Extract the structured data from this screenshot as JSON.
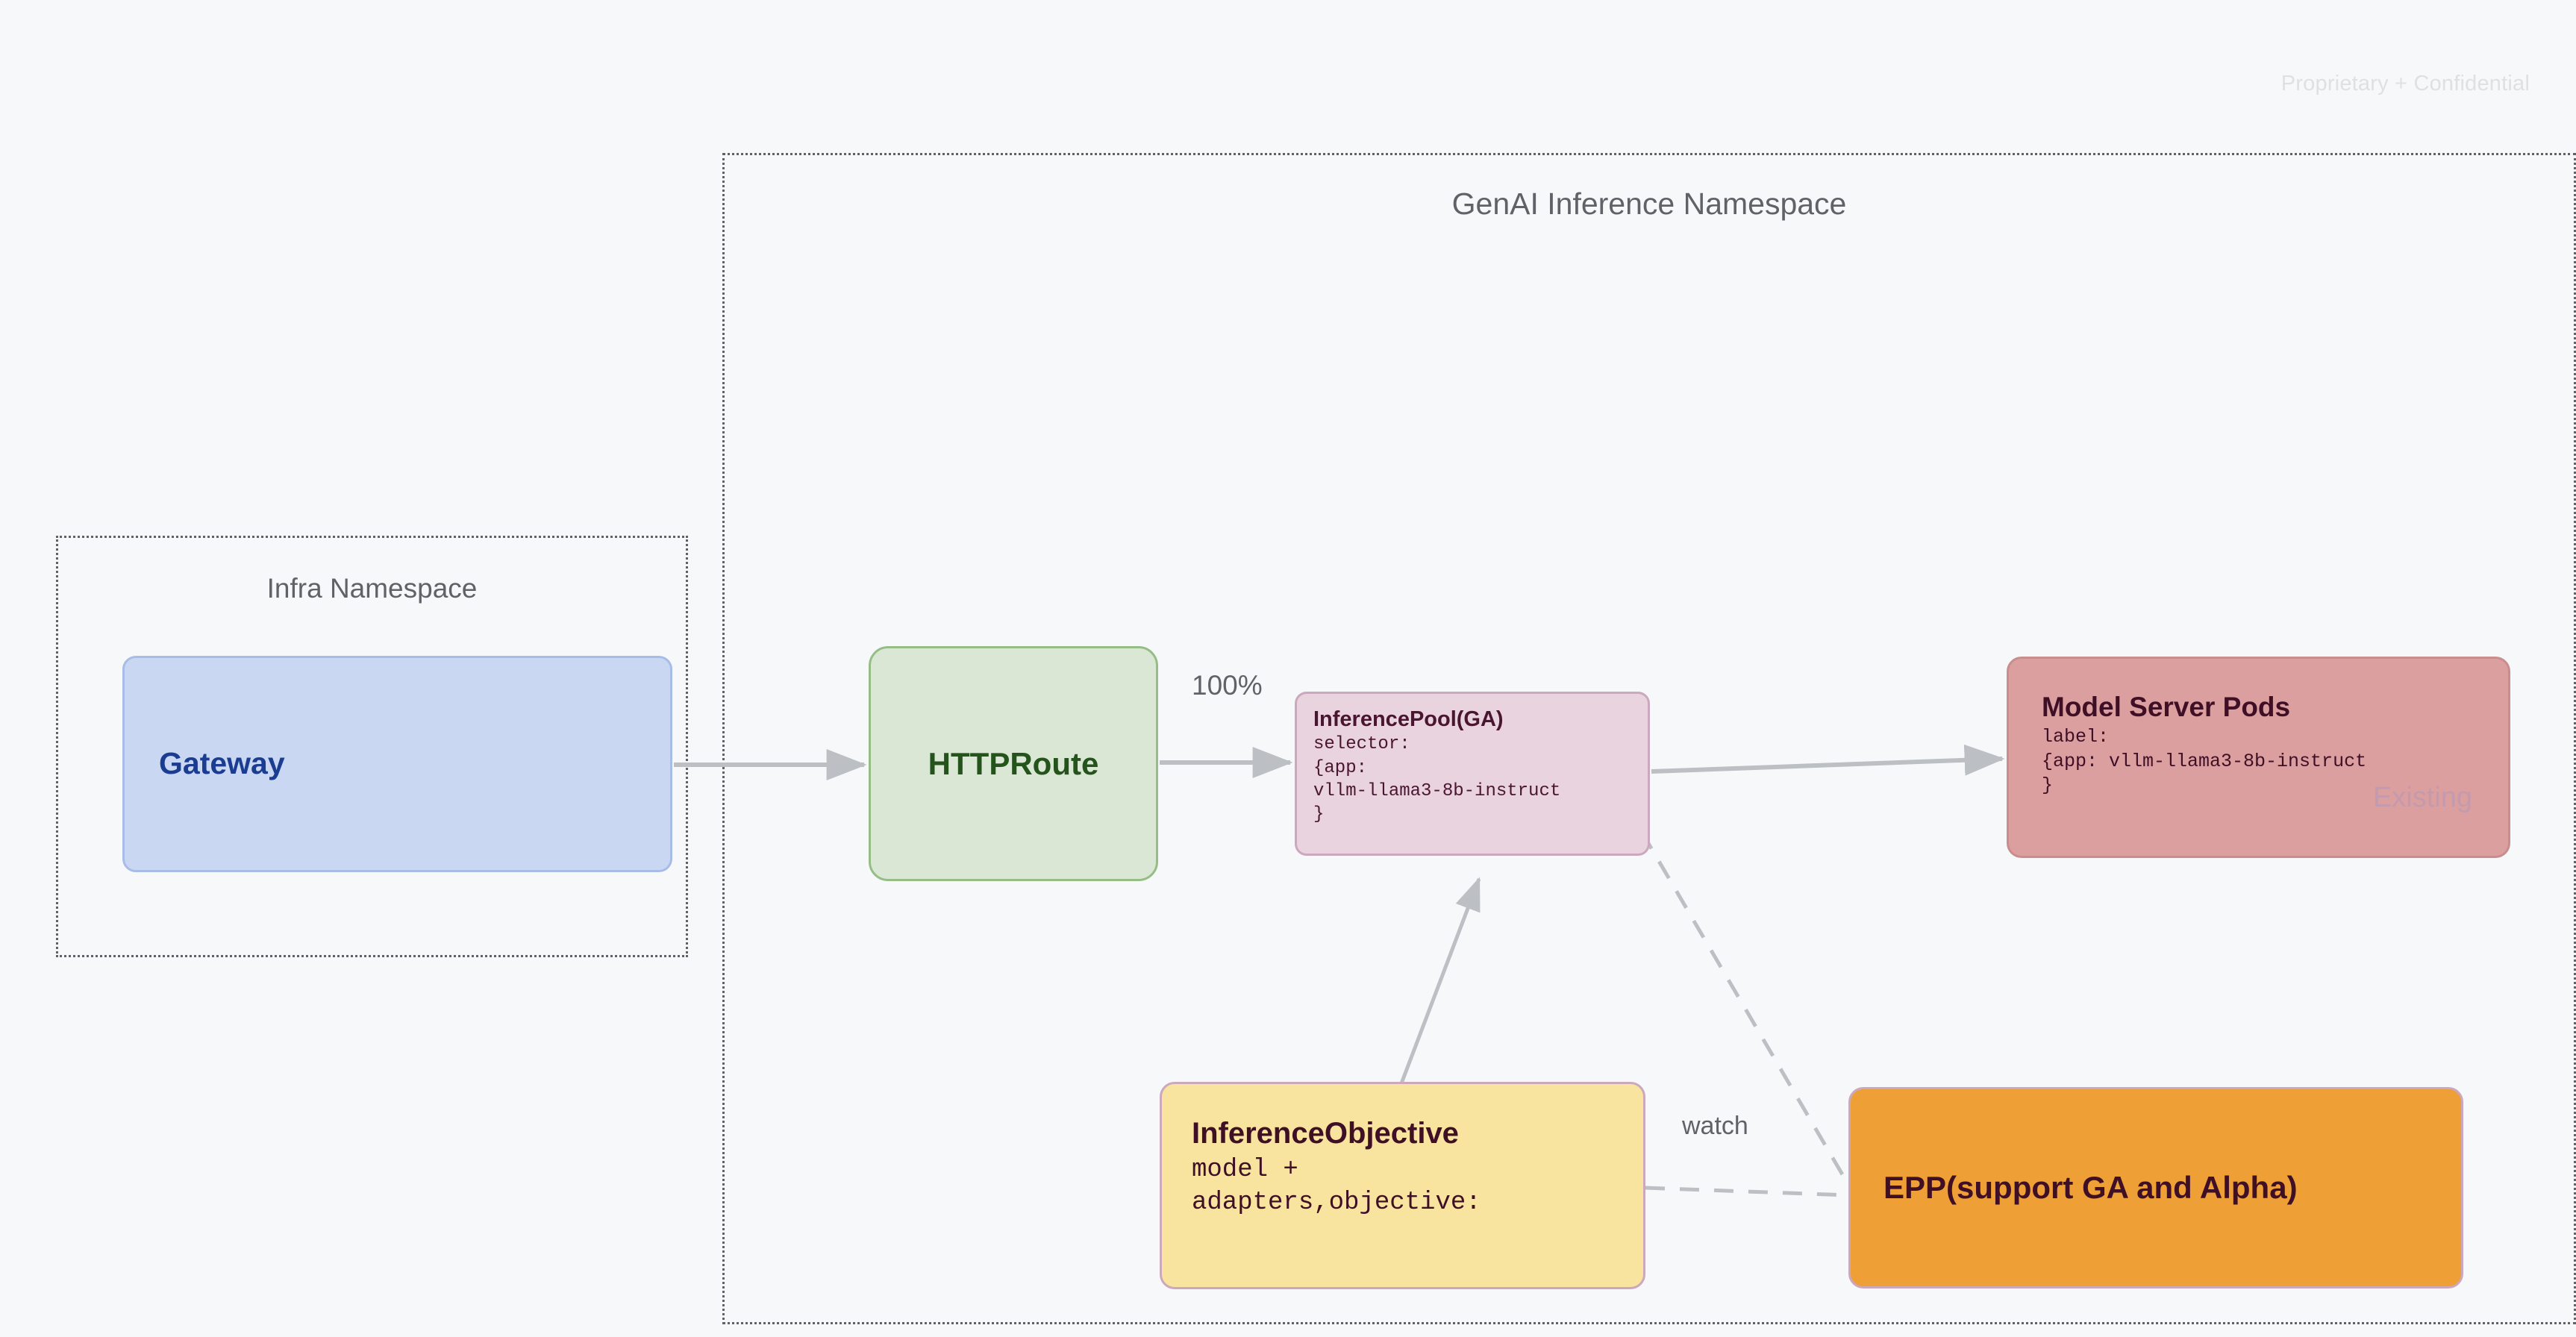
{
  "page": {
    "background_color": "#f7f8fa",
    "watermark": "Proprietary + Confidential"
  },
  "namespaces": [
    {
      "id": "genai",
      "title": "GenAI Inference Namespace"
    },
    {
      "id": "infra",
      "title": "Infra Namespace"
    }
  ],
  "nodes": {
    "gateway": {
      "title": "Gateway",
      "fill": "#c9d7f2",
      "text_color": "#1a3c91"
    },
    "httproute": {
      "title": "HTTPRoute",
      "fill": "#dae7d4",
      "text_color": "#24541c"
    },
    "inferencepool": {
      "title": "InferencePool(GA)",
      "body": "selector:\n{app:\nvllm-llama3-8b-instruct\n}",
      "fill": "#e8d3de",
      "text_color": "#4a1530"
    },
    "modelserver": {
      "title": "Model Server Pods",
      "body": "label:\n{app: vllm-llama3-8b-instruct\n}",
      "ghost": "Existing",
      "fill": "#dc9f9f",
      "text_color": "#3f0f26"
    },
    "inferenceobjective": {
      "title": "InferenceObjective",
      "body": "model +\nadapters,objective:",
      "fill": "#f8e49f",
      "text_color": "#3f0f26"
    },
    "epp": {
      "title": "EPP(support GA and Alpha)",
      "fill": "#ee9f35",
      "text_color": "#3f0f26"
    }
  },
  "edges": [
    {
      "id": "gateway-to-httproute",
      "from": "gateway",
      "to": "httproute",
      "label": "",
      "style": "solid"
    },
    {
      "id": "httproute-to-inferencepool",
      "from": "httproute",
      "to": "inferencepool",
      "label": "100%",
      "style": "solid"
    },
    {
      "id": "inferencepool-to-modelserver",
      "from": "inferencepool",
      "to": "modelserver",
      "label": "",
      "style": "solid"
    },
    {
      "id": "inferenceobjective-to-inferencepool",
      "from": "inferenceobjective",
      "to": "inferencepool",
      "label": "",
      "style": "solid"
    },
    {
      "id": "inferencepool-to-epp",
      "from": "inferencepool",
      "to": "epp",
      "label": "",
      "style": "dashed"
    },
    {
      "id": "inferenceobjective-to-epp",
      "from": "inferenceobjective",
      "to": "epp",
      "label": "watch",
      "style": "dashed"
    }
  ],
  "edge_labels": {
    "traffic_weight": "100%",
    "watch": "watch"
  }
}
